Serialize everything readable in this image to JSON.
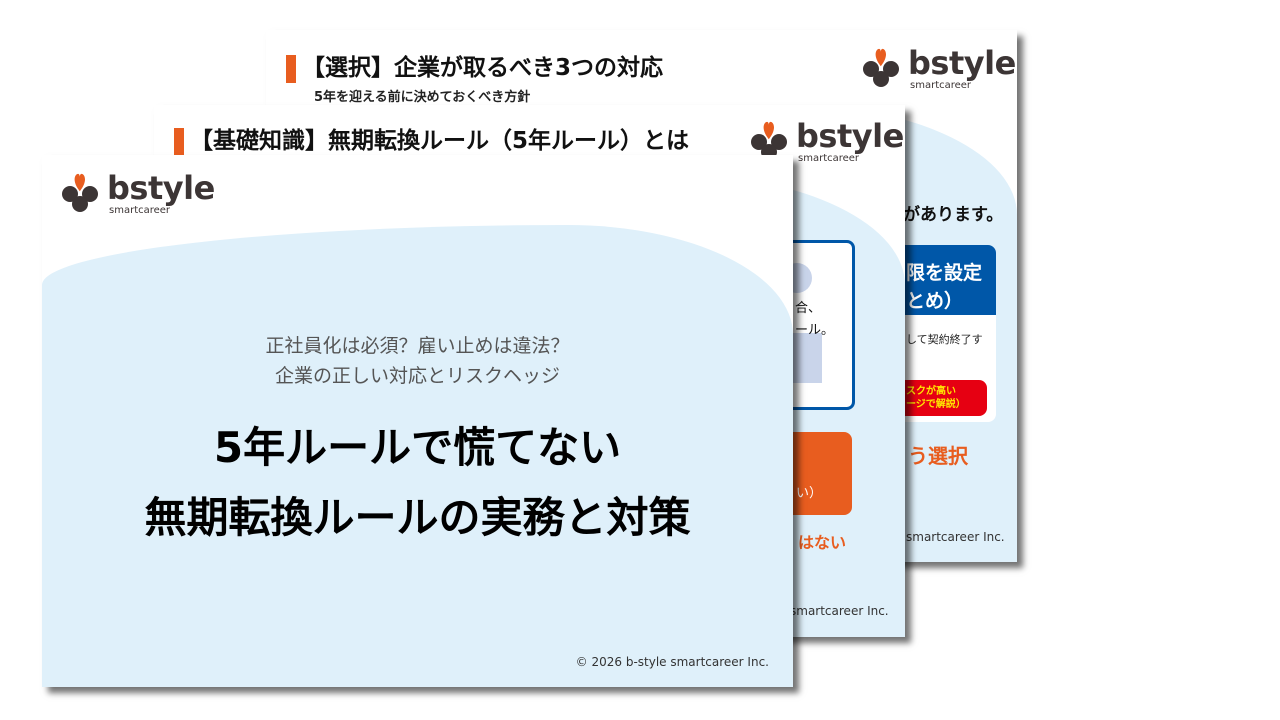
{
  "brand": {
    "name": "bstyle",
    "tagline": "smartcareer",
    "accent": "#e85d1f",
    "logo_color": "#3c3535"
  },
  "slide3": {
    "title": "【選択】企業が取るべき3つの対応",
    "subtitle": "5年を迎える前に決めておくべき方針",
    "body_fragment": "があります。",
    "card_header": [
      "限を設定",
      "とめ）"
    ],
    "card_text": "して契約終了す",
    "risk_button": [
      "スクが高い",
      "ージで解説）"
    ],
    "orange_text": "う選択",
    "footer": "smartcareer Inc.",
    "colors": {
      "header": "#0057a8",
      "risk": "#e60012",
      "risk_text": "#ffe600"
    }
  },
  "slide2": {
    "title": "【基礎知識】無期転換ルール（5年ルール）とは",
    "box_text": [
      "合、",
      "ール。"
    ],
    "orange_box_text": "い）",
    "orange_text": "はない",
    "footer": "smartcareer Inc.",
    "colors": {
      "box_border": "#0057a8",
      "orange": "#e85d1f"
    }
  },
  "slide1": {
    "lead": [
      "正社員化は必須？雇い止めは違法？",
      "企業の正しい対応とリスクヘッジ"
    ],
    "headline": [
      "5年ルールで慌てない",
      "無期転換ルールの実務と対策"
    ],
    "footer": "© 2026 b-style smartcareer Inc.",
    "colors": {
      "background": "#dff0fa"
    }
  }
}
